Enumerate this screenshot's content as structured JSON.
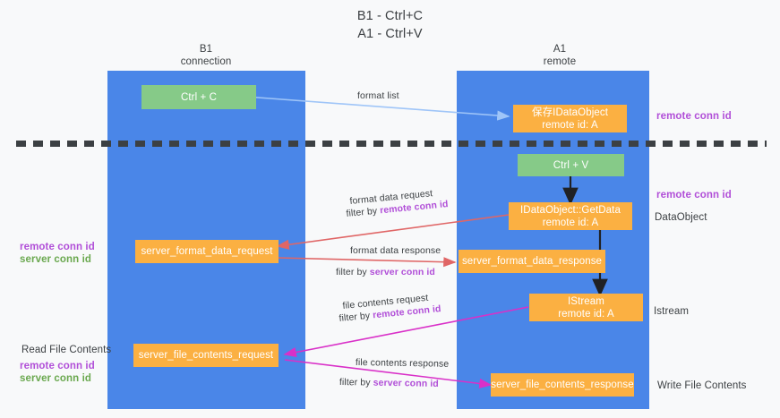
{
  "title": {
    "line1": "B1 - Ctrl+C",
    "line2": "A1 - Ctrl+V"
  },
  "lanes": [
    {
      "id": "b1",
      "header_line1": "B1",
      "header_line2": "connection",
      "color": "#4a86e8"
    },
    {
      "id": "a1",
      "header_line1": "A1",
      "header_line2": "remote",
      "color": "#4a86e8"
    }
  ],
  "nodes": {
    "ctrl_c": {
      "label": "Ctrl + C",
      "color": "#86ca88"
    },
    "save_dataobject": {
      "line1": "保存IDataObject",
      "line2": "remote id: A",
      "color": "#fbb042"
    },
    "ctrl_v": {
      "label": "Ctrl + V",
      "color": "#fbb042"
    },
    "getdata": {
      "line1": "IDataObject::GetData",
      "line2": "remote id: A",
      "color": "#fbb042"
    },
    "server_format_data_request": {
      "label": "server_format_data_request",
      "color": "#fbb042"
    },
    "server_format_data_response": {
      "label": "server_format_data_response",
      "color": "#fbb042"
    },
    "istream": {
      "line1": "IStream",
      "line2": "remote id: A",
      "color": "#fbb042"
    },
    "server_file_contents_request": {
      "label": "server_file_contents_request",
      "color": "#fbb042"
    },
    "server_file_contents_response": {
      "label": "server_file_contents_response",
      "color": "#fbb042"
    }
  },
  "edge_labels": {
    "format_list": "format list",
    "format_data_request": "format data request",
    "format_data_request_filter_prefix": "filter by ",
    "format_data_request_filter_key": "remote conn id",
    "format_data_response": "format data response",
    "format_data_response_filter_prefix": "filter by ",
    "format_data_response_filter_key": "server conn id",
    "file_contents_request": "file contents request",
    "file_contents_request_filter_prefix": "filter by ",
    "file_contents_request_filter_key": "remote conn id",
    "file_contents_response": "file contents response",
    "file_contents_response_filter_prefix": "filter by ",
    "file_contents_response_filter_key": "server conn id"
  },
  "annotations": {
    "right_remote_conn_id_top": "remote conn id",
    "right_remote_conn_id_mid": "remote conn id",
    "right_dataobject": "DataObject",
    "right_istream": "Istream",
    "right_write_file_contents": "Write File Contents",
    "left_remote_conn_id_mid": "remote conn id",
    "left_server_conn_id_mid": "server conn id",
    "left_read_file_contents": "Read File Contents",
    "left_remote_conn_id_bottom": "remote conn id",
    "left_server_conn_id_bottom": "server conn id"
  },
  "colors": {
    "lane_blue": "#4a86e8",
    "node_green": "#86ca88",
    "node_orange": "#fbb042",
    "accent_purple": "#b14fd8",
    "accent_green": "#6aa84f",
    "arrow_light_blue": "#9fc5f8",
    "arrow_red": "#e06666",
    "arrow_magenta": "#d930c8",
    "arrow_black": "#202124",
    "background": "#f8f9fa"
  }
}
